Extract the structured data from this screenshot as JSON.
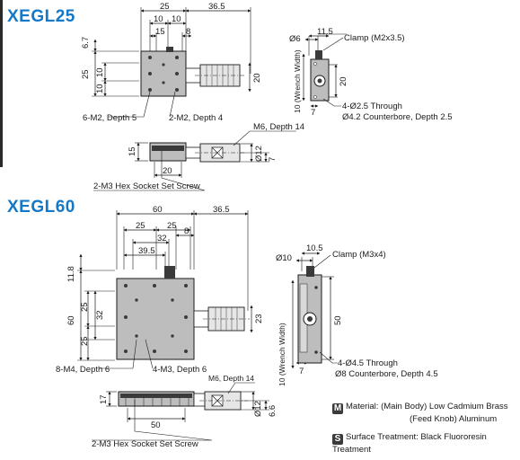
{
  "xegl25": {
    "title": "XEGL25",
    "dims": {
      "w25": "25",
      "w36_5": "36.5",
      "w10a": "10",
      "w10b": "10",
      "w15": "15",
      "w8": "8",
      "h6_7": "6.7",
      "h25": "25",
      "h10a": "10",
      "h10b": "10",
      "h20": "20",
      "phi6": "Ø6",
      "d11_5": "11.5",
      "d20_side": "20",
      "d7_side": "7",
      "wrench": "10 (Wrench Width)",
      "h15": "15",
      "w20": "20",
      "phi12": "Ø12",
      "d7_bot": "7"
    },
    "callouts": {
      "clamp": "Clamp (M2x3.5)",
      "holes_a": "6-M2, Depth 5",
      "holes_b": "2-M2, Depth 4",
      "through": "4-Ø2.5 Through",
      "counterbore": "Ø4.2 Counterbore, Depth 2.5",
      "m6": "M6, Depth 14",
      "setscrew": "2-M3 Hex Socket Set Screw"
    }
  },
  "xegl60": {
    "title": "XEGL60",
    "dims": {
      "w60": "60",
      "w36_5": "36.5",
      "w25a": "25",
      "w25b": "25",
      "w32": "32",
      "w39_5": "39.5",
      "w8": "8",
      "h11_8": "11.8",
      "h60": "60",
      "h25a": "25",
      "h32": "32",
      "h25b": "25",
      "h23": "23",
      "phi10": "Ø10",
      "d10_5": "10.5",
      "d50_side": "50",
      "d7_side": "7",
      "wrench": "10 (Wrench Width)",
      "h17": "17",
      "w50": "50",
      "phi12": "Ø12",
      "d6_6": "6.6"
    },
    "callouts": {
      "clamp": "Clamp (M3x4)",
      "holes_a": "8-M4, Depth 6",
      "holes_b": "4-M3, Depth 6",
      "through": "4-Ø4.5 Through",
      "counterbore": "Ø8 Counterbore, Depth 4.5",
      "m6": "M6, Depth 14",
      "setscrew": "2-M3 Hex Socket Set Screw"
    }
  },
  "notes": {
    "material_badge": "M",
    "material_line1": "Material: (Main Body) Low Cadmium Brass",
    "material_line2": "(Feed Knob) Aluminum",
    "surface_badge": "S",
    "surface_line": "Surface Treatment: Black Fluororesin Treatment"
  },
  "colors": {
    "title": "#1478c8",
    "ink": "#1a1a1a",
    "body": "#bdbdbd",
    "dark": "#3a3a3a"
  }
}
